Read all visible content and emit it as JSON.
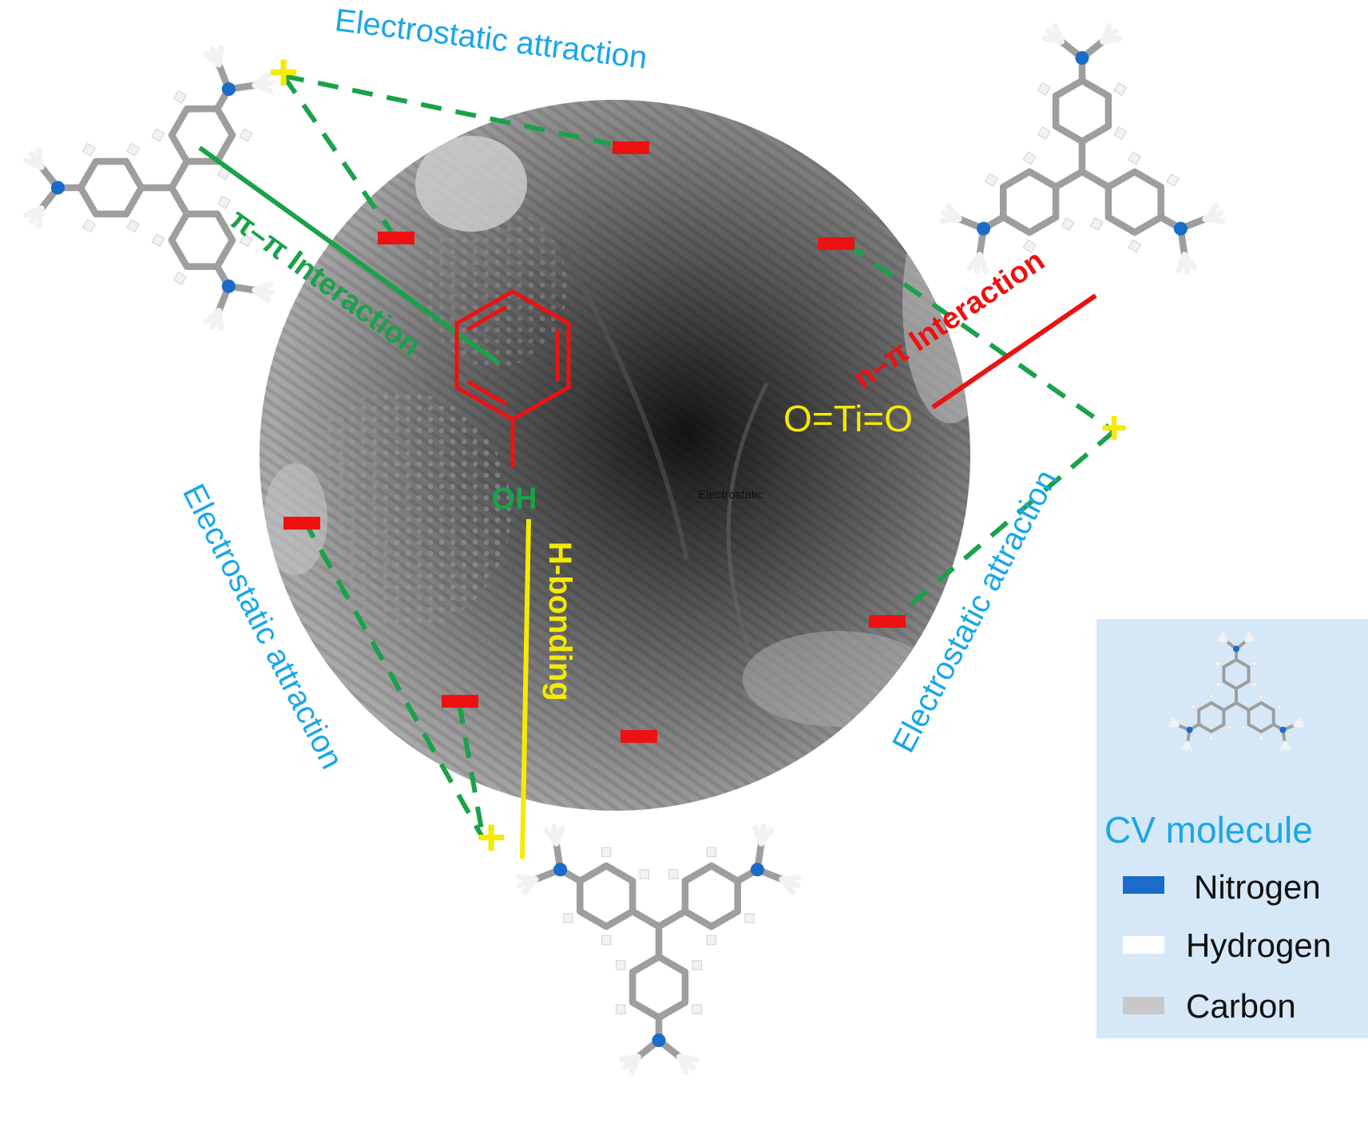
{
  "colors": {
    "electrostatic": "#1aa7e6",
    "pi_pi": "#1aa24a",
    "n_pi": "#ee1111",
    "h_bond": "#f5ea00",
    "charge_minus": "#ee1111",
    "charge_plus": "#f5ea00",
    "oh": "#1aa24a",
    "tio2": "#f5ea00",
    "legend_bg": "#d6e8f8",
    "nitrogen": "#1a6cc8",
    "hydrogen": "#ffffff",
    "carbon": "#c8c8c8"
  },
  "labels": {
    "electrostatic_top": "Electrostatic attraction",
    "electrostatic_left": "Electrostatic attraction",
    "electrostatic_right": "Electrostatic attraction",
    "pi_pi": "π–π Interaction",
    "n_pi": "n–π Interaction",
    "h_bond": "H-bonding",
    "oh": "OH",
    "tio2": "O=Ti=O",
    "center_small": "Electrostatic",
    "plus": "+"
  },
  "legend": {
    "title": "CV molecule",
    "items": [
      {
        "name": "Nitrogen",
        "color": "#1a6cc8"
      },
      {
        "name": "Hydrogen",
        "color": "#ffffff"
      },
      {
        "name": "Carbon",
        "color": "#c8c8c8"
      }
    ]
  }
}
